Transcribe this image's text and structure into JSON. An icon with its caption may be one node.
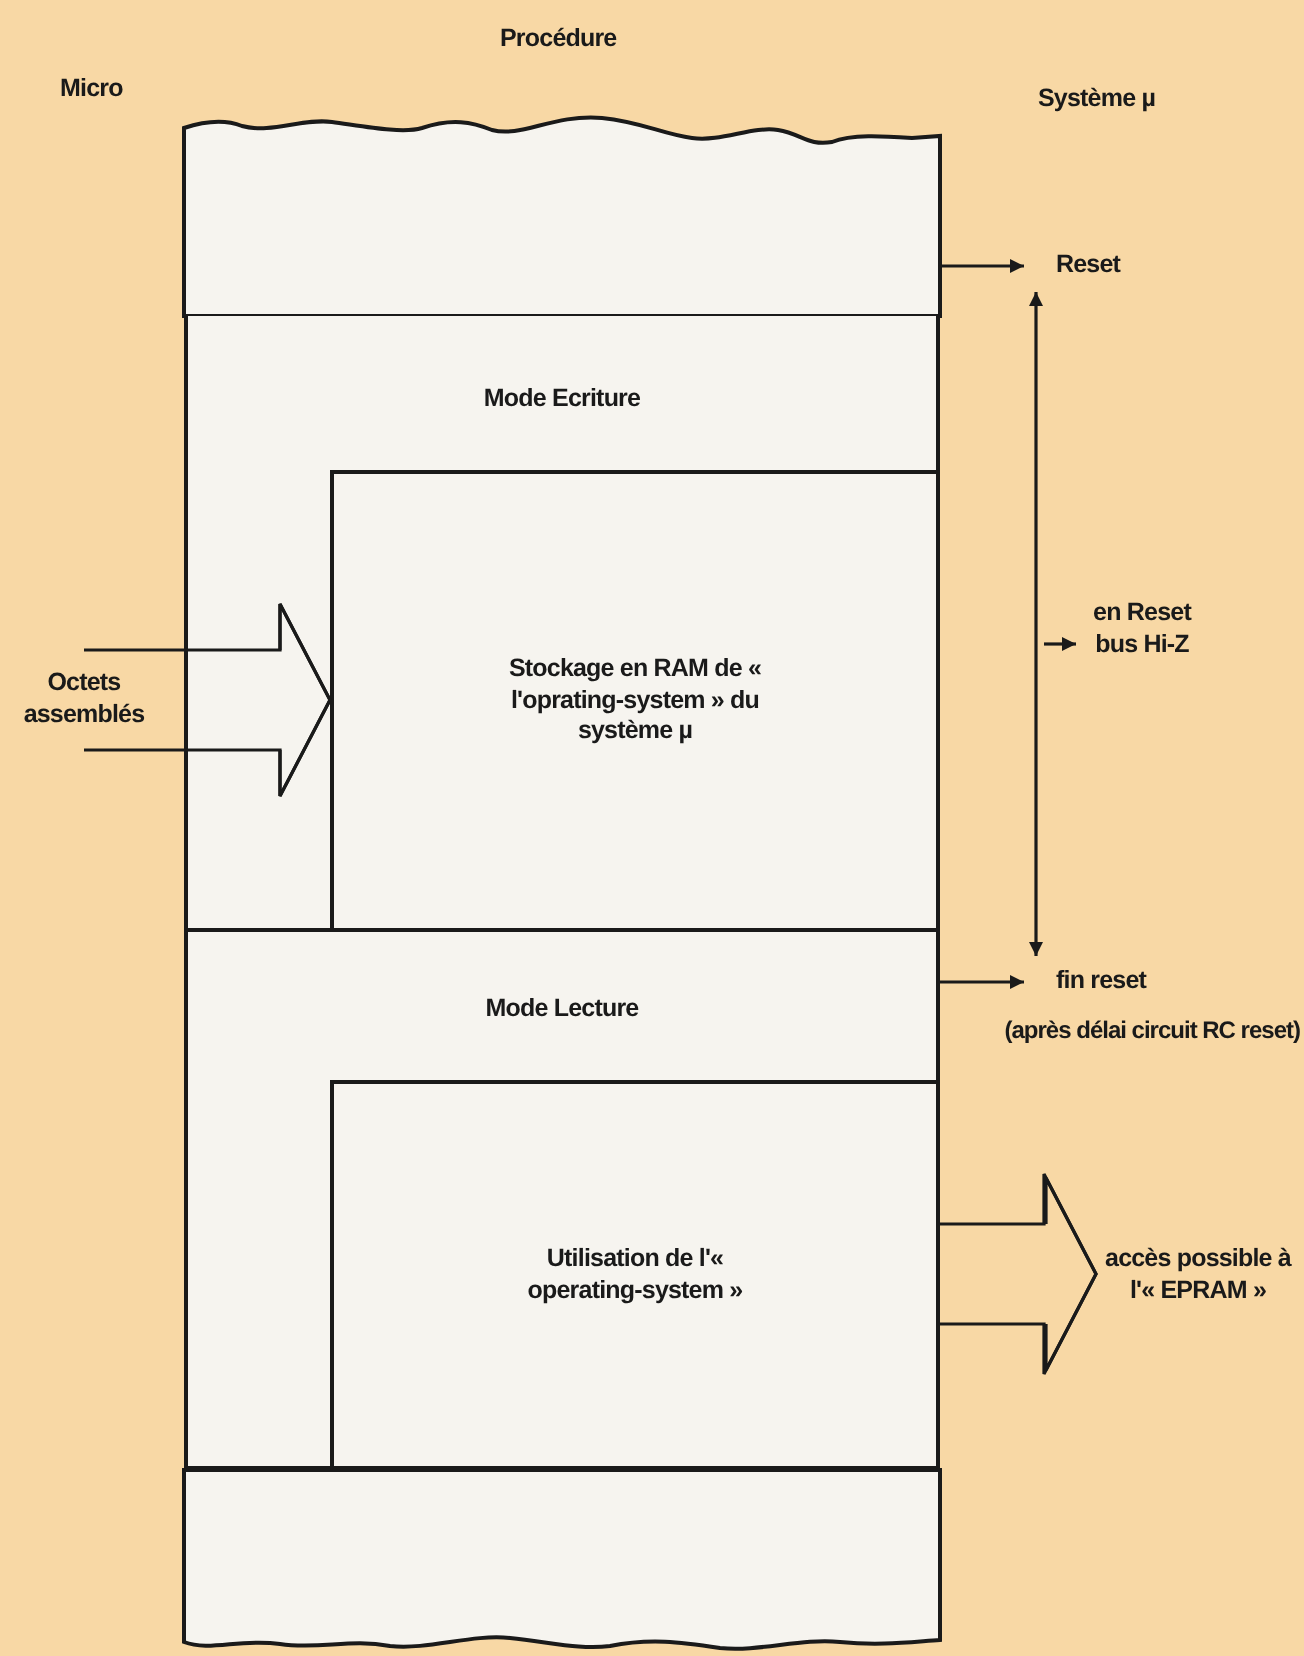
{
  "diagram": {
    "nodes": [
      {
        "text": [],
        "shape": "box"
      },
      {
        "text": [
          "Mode Ecriture"
        ]
      },
      {
        "text": [
          "Stockage en RAM de « l'oprating-system » du système µ"
        ],
        "in": 1
      },
      {
        "text": [
          "Mode Lecture"
        ]
      },
      {
        "text": [
          "Utilisation de l'« operating-system »"
        ],
        "in": 3
      },
      {
        "text": [],
        "shape": "box"
      },
      {
        "text": [
          "Reset"
        ]
      },
      {
        "text": [
          "fin reset"
        ],
        "beside": [
          "(après délai circuit RC reset)"
        ]
      },
      {
        "text": [
          "Octets assemblés"
        ]
      },
      {
        "text": [
          "accès possible à l'« EPRAM »"
        ]
      },
      {
        "text": [
          "en Reset bus Hi-Z"
        ]
      }
    ],
    "edges": [
      {
        "from": 0,
        "to": 6,
        "arrow": "to"
      },
      {
        "from": 3,
        "to": 7,
        "arrow": "to"
      },
      {
        "from": 8,
        "to": 2,
        "arrow": "to"
      },
      {
        "from": 4,
        "to": 9,
        "arrow": "to"
      },
      {
        "from": 6,
        "to": 7,
        "arrow": "both"
      },
      {
        "from": null,
        "to": 10,
        "arrow": "to"
      }
    ],
    "labels": [
      "Procédure",
      "Micro",
      "Système µ"
    ]
  }
}
